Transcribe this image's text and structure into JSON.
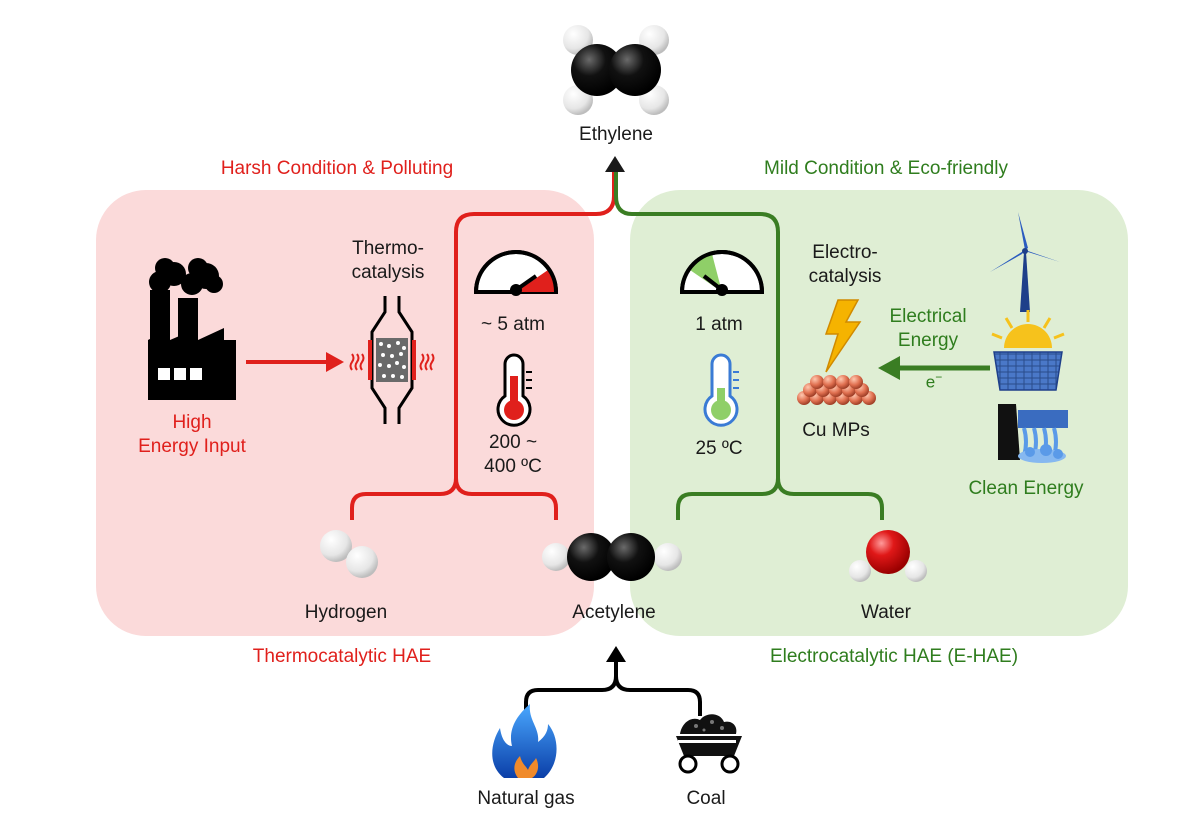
{
  "product": {
    "label": "Ethylene"
  },
  "thermal": {
    "header": "Harsh Condition & Polluting",
    "footer": "Thermocatalytic HAE",
    "energy_label_1": "High",
    "energy_label_2": "Energy Input",
    "catalysis_1": "Thermo-",
    "catalysis_2": "catalysis",
    "pressure": "~ 5 atm",
    "temperature_1": "200 ~",
    "temperature_2": "400 ºC",
    "reactant": "Hydrogen",
    "color": "#e0201c",
    "panel_color": "#fbdada"
  },
  "electro": {
    "header": "Mild Condition & Eco-friendly",
    "footer": "Electrocatalytic HAE (E-HAE)",
    "catalysis_1": "Electro-",
    "catalysis_2": "catalysis",
    "pressure": "1 atm",
    "temperature": "25 ºC",
    "catalyst": "Cu MPs",
    "energy_1": "Electrical",
    "energy_2": "Energy",
    "electron": "e",
    "electron_sup": "−",
    "clean_energy": "Clean Energy",
    "reactant": "Water",
    "color": "#3a7d23",
    "panel_color": "#dfeed4"
  },
  "feedstock": {
    "center": "Acetylene",
    "sources": [
      "Natural gas",
      "Coal"
    ]
  },
  "icons": [
    "ethylene-molecule-icon",
    "factory-icon",
    "reactor-icon",
    "pressure-gauge-icon",
    "thermometer-icon",
    "hydrogen-molecule-icon",
    "acetylene-molecule-icon",
    "water-molecule-icon",
    "lightning-icon",
    "copper-particles-icon",
    "wind-turbine-icon",
    "solar-panel-icon",
    "hydropower-icon",
    "flame-icon",
    "coal-cart-icon"
  ]
}
